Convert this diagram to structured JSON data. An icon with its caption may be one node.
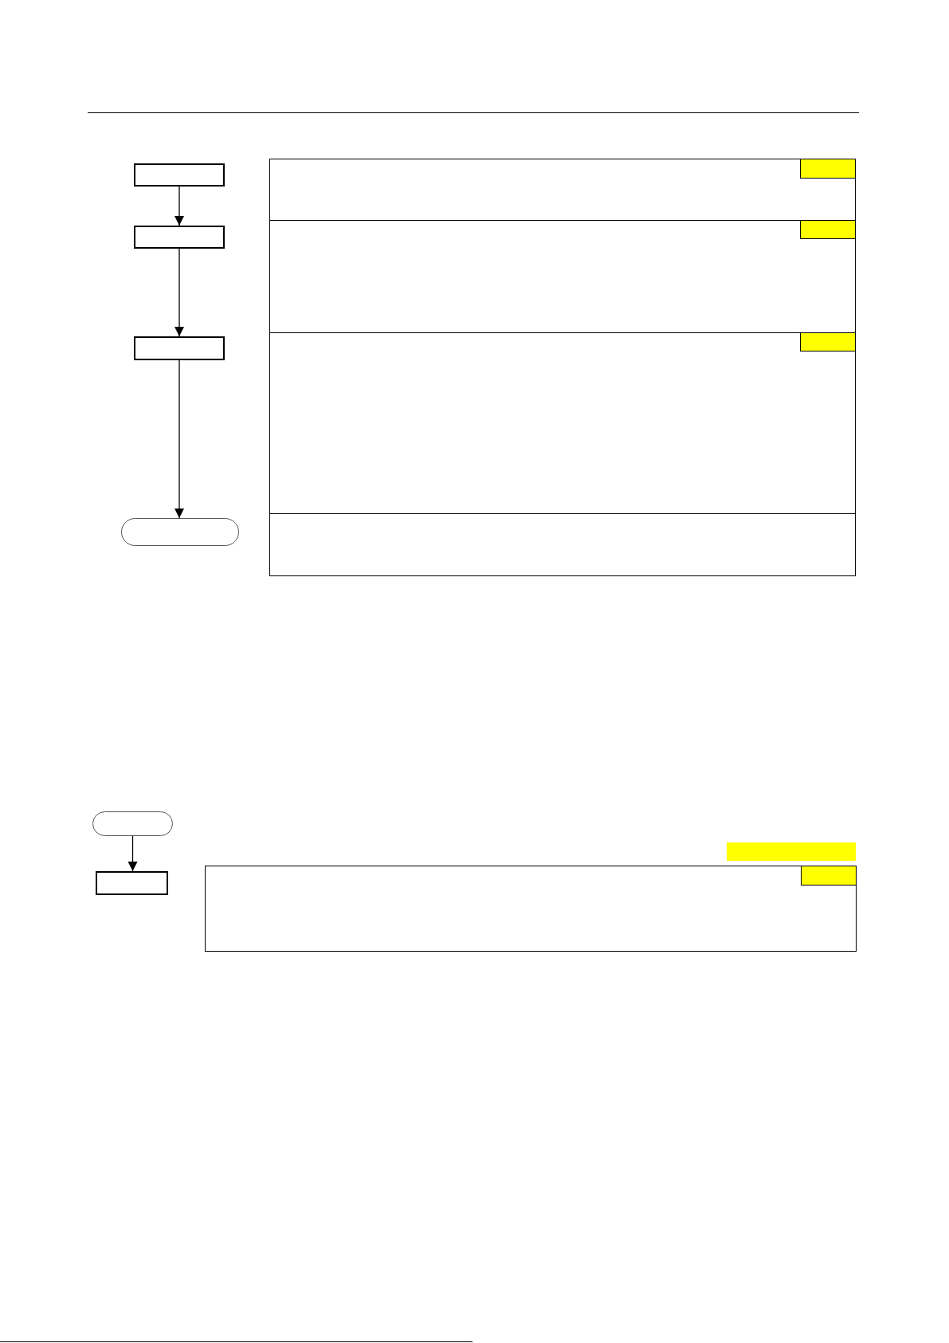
{
  "diagram": {
    "nodes": [
      {
        "text": [],
        "shape": "box"
      },
      {
        "text": [],
        "shape": "box"
      },
      {
        "text": [],
        "shape": "box"
      },
      {
        "text": [],
        "shape": "oval"
      },
      {
        "text": [],
        "shape": "box"
      },
      {
        "text": [],
        "shape": "box",
        "in": 4
      },
      {
        "text": [],
        "shape": "box"
      },
      {
        "text": [],
        "shape": "box",
        "in": 6
      },
      {
        "text": [],
        "shape": "box"
      },
      {
        "text": [],
        "shape": "box",
        "in": 8
      },
      {
        "text": [],
        "shape": "box"
      },
      {
        "text": [],
        "shape": "oval"
      },
      {
        "text": [],
        "shape": "box"
      },
      {
        "text": [],
        "shape": "bar"
      },
      {
        "text": [],
        "shape": "box"
      },
      {
        "text": [],
        "shape": "box",
        "in": 14
      }
    ],
    "edges": [
      {
        "from": 0,
        "to": 1,
        "arrow": "to"
      },
      {
        "from": 1,
        "to": 2,
        "arrow": "to"
      },
      {
        "from": 2,
        "to": 3,
        "arrow": "to"
      },
      {
        "from": 11,
        "to": 12,
        "arrow": "to"
      }
    ]
  }
}
